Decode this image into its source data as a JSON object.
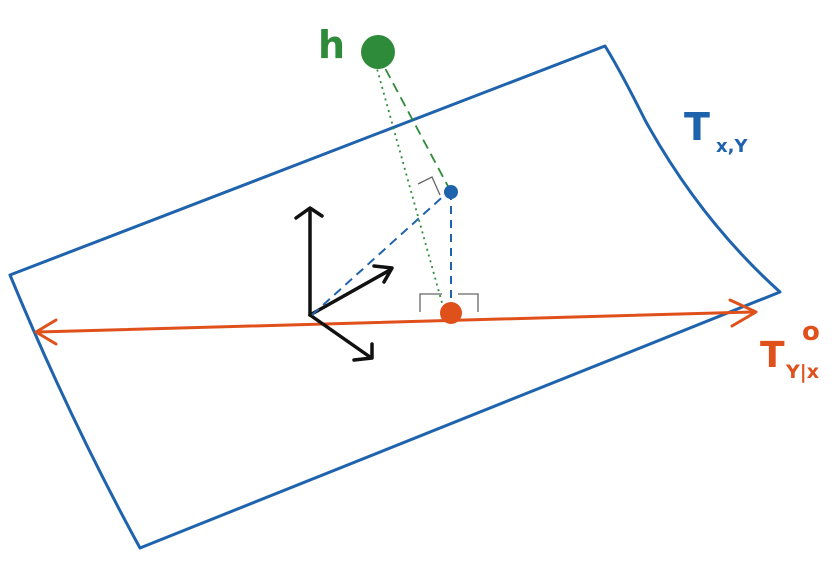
{
  "labels": {
    "h": "h",
    "plane_main": "T",
    "plane_sub": "x,Y",
    "line_main": "T",
    "line_super": "o",
    "line_sub": "Y|x"
  },
  "colors": {
    "plane": "#1f63ad",
    "line": "#e0501b",
    "point_h": "#2e8b3a",
    "point_blue": "#1f63ad",
    "point_red": "#e0501b",
    "axes": "#111111",
    "right_angle_marks": "#666666"
  }
}
